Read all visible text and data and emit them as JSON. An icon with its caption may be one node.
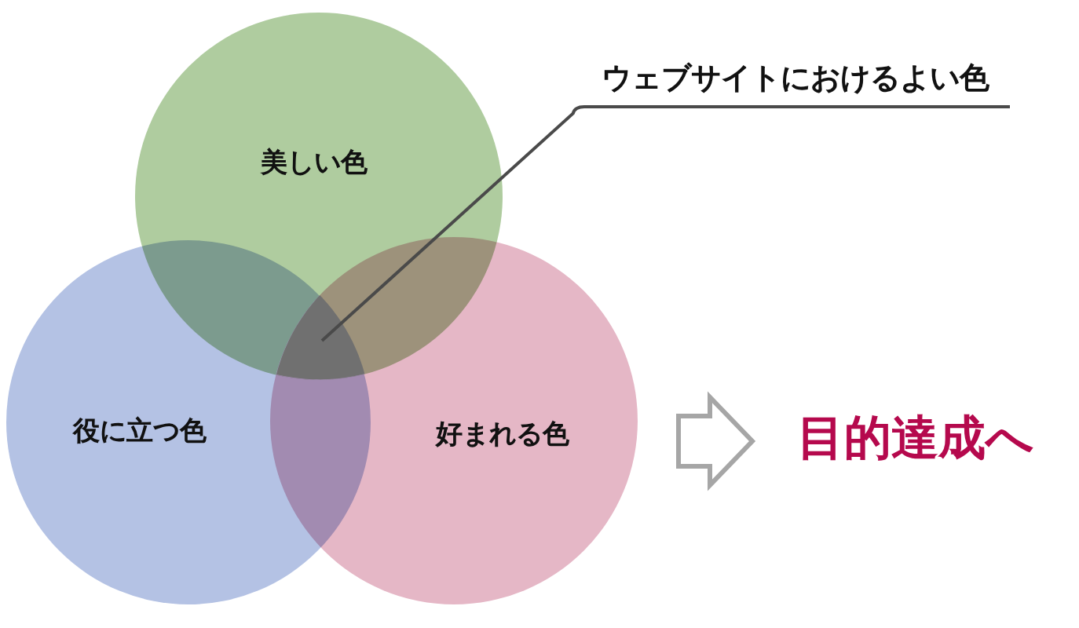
{
  "diagram": {
    "nodes": [
      {
        "text": [
          "美しい色"
        ]
      },
      {
        "text": [
          "役に立つ色"
        ]
      },
      {
        "text": [
          "好まれる色"
        ]
      },
      {
        "text": [],
        "shape": "triangle"
      },
      {
        "text": [
          "ウェブサイトにおけるよい色"
        ]
      },
      {
        "text": [
          "目的達成へ"
        ]
      }
    ],
    "edges": [
      {
        "from": 4,
        "to": 3,
        "arrow": "none"
      },
      {
        "from": 2,
        "to": 5,
        "arrow": "to"
      }
    ]
  }
}
